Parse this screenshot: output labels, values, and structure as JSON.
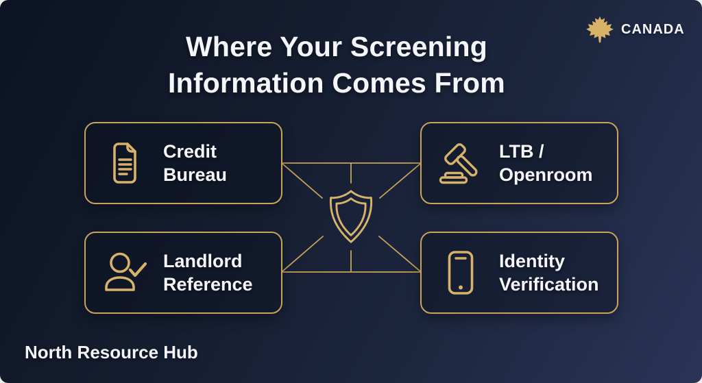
{
  "title": {
    "line1": "Where Your Screening",
    "line2": "Information Comes From"
  },
  "brand": {
    "country_label": "CANADA",
    "footer_label": "North Resource Hub"
  },
  "nodes": [
    {
      "id": "credit-bureau",
      "icon": "document-icon",
      "label_line1": "Credit",
      "label_line2": "Bureau"
    },
    {
      "id": "ltb-openroom",
      "icon": "gavel-icon",
      "label_line1": "LTB /",
      "label_line2": "Openroom"
    },
    {
      "id": "landlord-reference",
      "icon": "person-check-icon",
      "label_line1": "Landlord",
      "label_line2": "Reference"
    },
    {
      "id": "identity-verification",
      "icon": "phone-icon",
      "label_line1": "Identity",
      "label_line2": "Verification"
    }
  ],
  "center": {
    "icon": "shield-icon"
  },
  "colors": {
    "gold": "#d6b26b",
    "gold_border": "#c9a55c",
    "connector": "#c8a45a",
    "text": "#f5f6f9",
    "background_start": "#0c1322",
    "background_end": "#2b3456"
  }
}
